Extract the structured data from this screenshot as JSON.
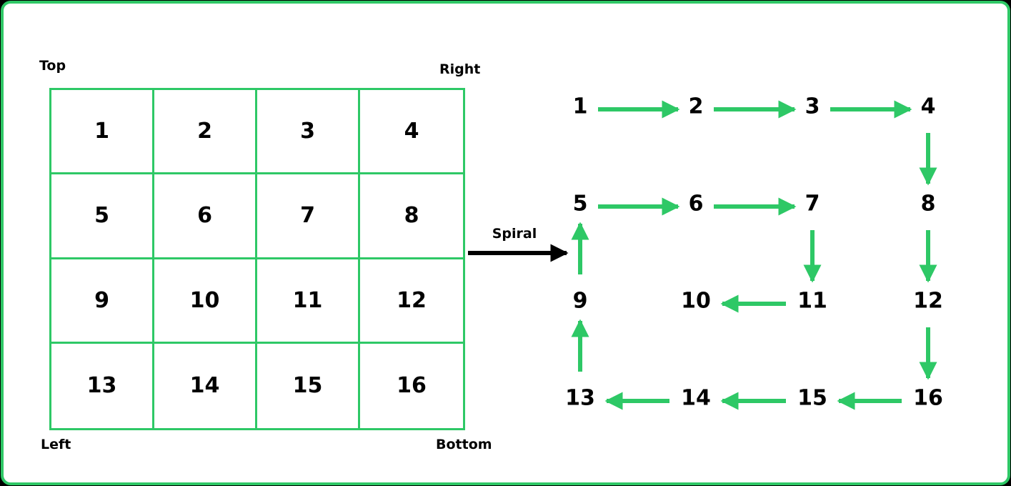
{
  "labels": {
    "top": "Top",
    "right": "Right",
    "left": "Left",
    "bottom": "Bottom",
    "spiral": "Spiral"
  },
  "matrix": [
    [
      "1",
      "2",
      "3",
      "4"
    ],
    [
      "5",
      "6",
      "7",
      "8"
    ],
    [
      "9",
      "10",
      "11",
      "12"
    ],
    [
      "13",
      "14",
      "15",
      "16"
    ]
  ],
  "spiral_order": [
    "1",
    "2",
    "3",
    "4",
    "8",
    "12",
    "16",
    "15",
    "14",
    "13",
    "9",
    "5",
    "6",
    "7",
    "11",
    "10"
  ],
  "colors": {
    "accent": "#2ec866",
    "text": "#000000",
    "background": "#ffffff",
    "border": "#2ec866"
  }
}
